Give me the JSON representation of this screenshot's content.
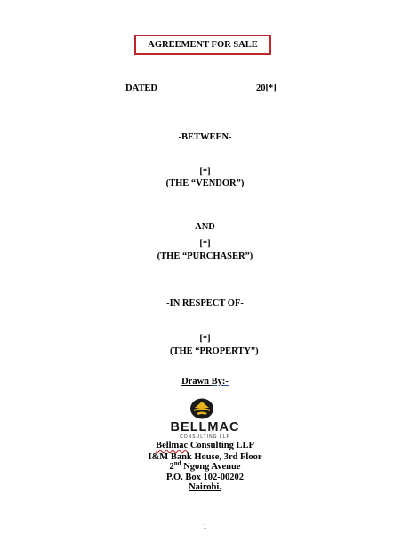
{
  "document": {
    "title": "AGREEMENT FOR SALE",
    "dated_label": "DATED",
    "dated_year": "20[*]",
    "between": "-BETWEEN-",
    "vendor_placeholder": "[*]",
    "vendor_label": "(THE “VENDOR”)",
    "and": "-AND-",
    "purchaser_placeholder": "[*]",
    "purchaser_label": "(THE “PURCHASER”)",
    "in_respect_of": "-IN RESPECT OF-",
    "property_placeholder": "[*]",
    "property_label": "(THE “PROPERTY”)",
    "drawn_by_main": "Drawn ",
    "drawn_by_by": "By:-",
    "logo_name": "BELLMAC",
    "logo_sub": "CONSULTING LLP",
    "firm_name_a": "Bellmac",
    "firm_name_b": " Consulting LLP",
    "address_1": "I&M Bank House, 3rd Floor",
    "address_2_num": "2",
    "address_2_sup": "nd",
    "address_2_rest": " Ngong Avenue",
    "address_3": "P.O. Box 102-00202",
    "address_4": "Nairobi.",
    "page_number": "1"
  },
  "colors": {
    "title_border": "#c0272d",
    "logo_gold": "#e8b21c",
    "logo_dark": "#1a1a1a"
  }
}
